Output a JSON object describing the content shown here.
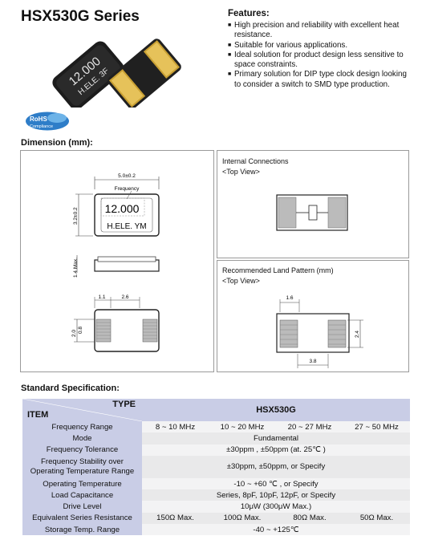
{
  "title": "HSX530G Series",
  "features": {
    "heading": "Features:",
    "items": [
      "High precision and reliability with excellent heat resistance.",
      "Suitable for various applications.",
      "Ideal solution for product design less sensitive to space constraints.",
      "Primary solution for DIP type clock design looking to consider a switch to SMD type production."
    ]
  },
  "product_markings": {
    "frequency": "12.000",
    "brand": "H.ELE. 3F"
  },
  "rohs": {
    "main": "RoHS",
    "sub": "Compliance"
  },
  "dimension": {
    "heading": "Dimension (mm):",
    "top_width": "5.0±0.2",
    "frequency_label": "Frequency",
    "top_freq": "12.000",
    "top_brand": "H.ELE. YM",
    "height_label": "3.2±0.2",
    "thickness_label": "1.4 Max.",
    "bottom_dims": [
      "1.1",
      "2.6"
    ],
    "side_dims": [
      "2.0",
      "0.8"
    ]
  },
  "internal": {
    "title": "Internal Connections",
    "view": "<Top View>"
  },
  "land": {
    "title": "Recommended Land Pattern (mm)",
    "view": "<Top View>",
    "dims": [
      "1.6",
      "2.4",
      "3.8"
    ]
  },
  "spec": {
    "heading": "Standard Specification:",
    "type_label": "TYPE",
    "item_label": "ITEM",
    "model": "HSX530G",
    "rows": [
      {
        "item": "Frequency Range",
        "values": [
          "8 ~ 10 MHz",
          "10 ~ 20 MHz",
          "20 ~ 27 MHz",
          "27 ~ 50 MHz"
        ]
      },
      {
        "item": "Mode",
        "value": "Fundamental"
      },
      {
        "item": "Frequency Tolerance",
        "value": "±30ppm , ±50ppm (at. 25℃ )"
      },
      {
        "item": "Frequency Stability over",
        "item2": "Operating Temperature Range",
        "value": "±30ppm, ±50ppm, or Specify"
      },
      {
        "item": "Operating Temperature",
        "value": "-10 ~ +60 ℃ , or Specify"
      },
      {
        "item": "Load Capacitance",
        "value": "Series, 8pF, 10pF, 12pF, or Specify"
      },
      {
        "item": "Drive Level",
        "value": "10μW (300μW Max.)"
      },
      {
        "item": "Equivalent Series Resistance",
        "values": [
          "150Ω Max.",
          "100Ω Max.",
          "80Ω Max.",
          "50Ω Max."
        ]
      },
      {
        "item": "Storage Temp. Range",
        "value": "-40 ~ +125℃"
      }
    ]
  }
}
